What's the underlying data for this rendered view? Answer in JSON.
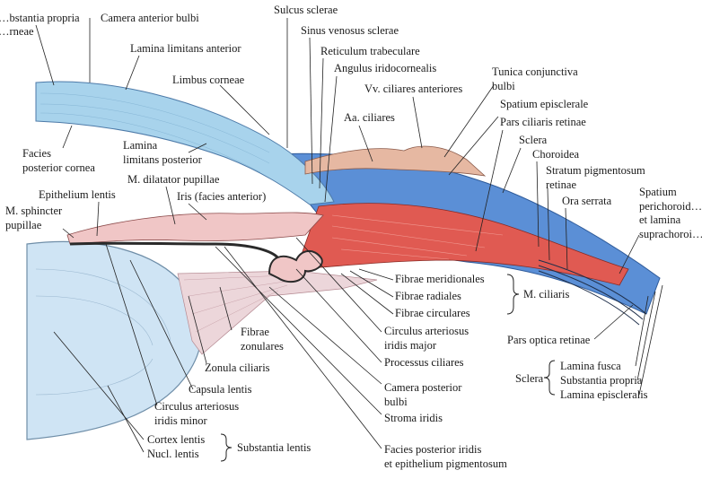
{
  "colors": {
    "cornea": "#a8d3ec",
    "sclera": "#5b8fd6",
    "ciliary_muscle": "#e05a52",
    "iris": "#f0c6c6",
    "lens": "#cfe4f4",
    "zonule": "#ecd6da",
    "pigment": "#2a2a2a"
  },
  "labels": {
    "substantia_propria": [
      "…bstantia propria",
      "…rneae"
    ],
    "camera_anterior": "Camera anterior bulbi",
    "lamina_limitans_anterior": "Lamina limitans anterior",
    "limbus_corneae": "Limbus corneae",
    "facies_posterior_cornea": [
      "Facies",
      "posterior cornea"
    ],
    "lamina_limitans_posterior": [
      "Lamina",
      "limitans posterior"
    ],
    "sulcus_sclerae": "Sulcus sclerae",
    "sinus_venosus_sclerae": "Sinus venosus sclerae",
    "reticulum_trabeculare": "Reticulum trabeculare",
    "angulus_iridocornealis": "Angulus iridocornealis",
    "vv_ciliares_anteriores": "Vv. ciliares anteriores",
    "tunica_conjunctiva": [
      "Tunica conjunctiva",
      "bulbi"
    ],
    "aa_ciliares": "Aa. ciliares",
    "spatium_episclerale": "Spatium episclerale",
    "pars_ciliaris_retinae": "Pars ciliaris retinae",
    "sclera_top": "Sclera",
    "choroidea": "Choroidea",
    "stratum_pigmentosum": [
      "Stratum pigmentosum",
      "retinae"
    ],
    "ora_serrata": "Ora serrata",
    "spatium_perichoroid": [
      "Spatium",
      "perichoroid…",
      "et lamina",
      "suprachoroi…"
    ],
    "epithelium_lentis": "Epithelium lentis",
    "m_dilatator_pupillae": "M. dilatator pupillae",
    "iris_facies_anterior": "Iris (facies anterior)",
    "m_sphincter_pupillae": [
      "M. sphincter",
      "pupillae"
    ],
    "fibrae_meridionales": "Fibrae meridionales",
    "fibrae_radiales": "Fibrae radiales",
    "fibrae_circulares": "Fibrae circulares",
    "m_ciliaris": "M. ciliaris",
    "fibrae_zonulares": [
      "Fibrae",
      "zonulares"
    ],
    "zonula_ciliaris": "Zonula ciliaris",
    "circulus_major": [
      "Circulus arteriosus",
      "iridis major"
    ],
    "processus_ciliares": "Processus ciliares",
    "pars_optica_retinae": "Pars optica retinae",
    "capsula_lentis": "Capsula lentis",
    "camera_posterior": [
      "Camera posterior",
      "bulbi"
    ],
    "circulus_minor": [
      "Circulus arteriosus",
      "iridis minor"
    ],
    "stroma_iridis": "Stroma iridis",
    "sclera_bottom": "Sclera",
    "lamina_fusca": "Lamina fusca",
    "substantia_propria_bottom": "Substantia propria",
    "lamina_episcleralis": "Lamina episcleralis",
    "cortex_lentis": "Cortex lentis",
    "nucl_lentis": "Nucl. lentis",
    "substantia_lentis": "Substantia lentis",
    "facies_posterior_iridis": [
      "Facies posterior iridis",
      "et epithelium pigmentosum"
    ]
  }
}
